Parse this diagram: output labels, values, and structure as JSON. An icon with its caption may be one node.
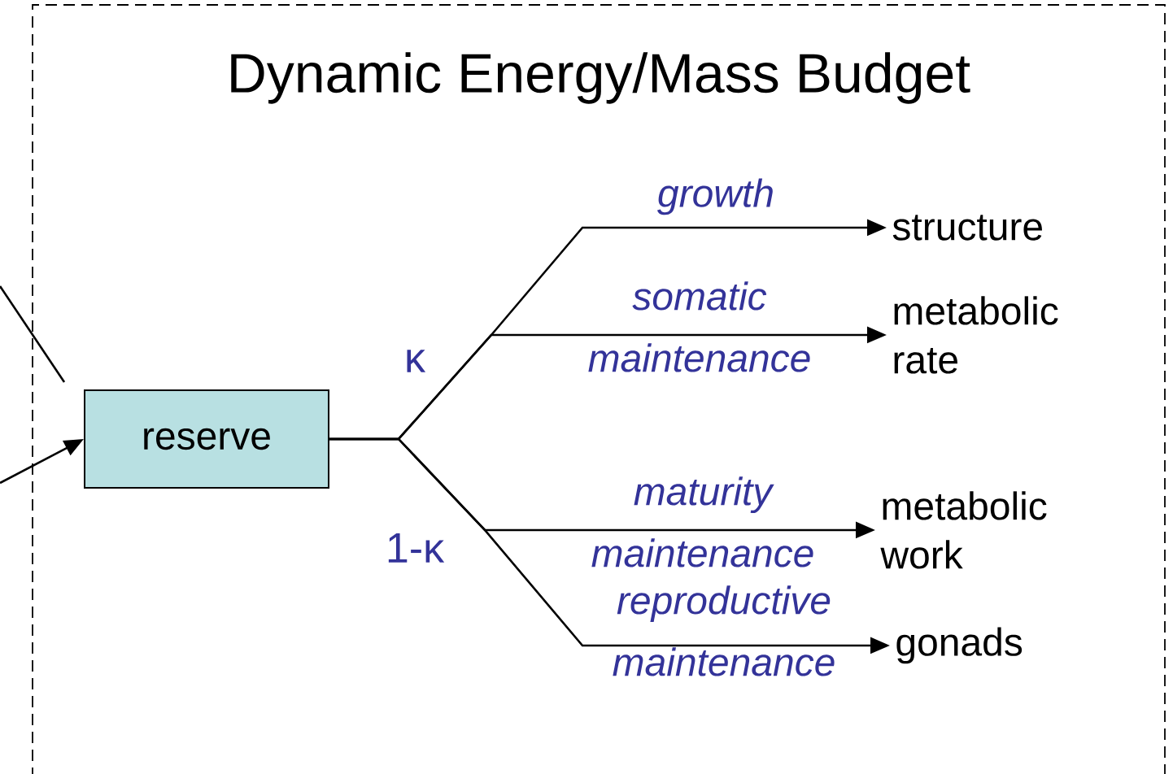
{
  "diagram": {
    "title": "Dynamic Energy/Mass Budget",
    "nodes": [
      {
        "text": [
          "reserve"
        ]
      },
      {
        "text": [
          "structure"
        ]
      },
      {
        "text": [
          "metabolic rate"
        ]
      },
      {
        "text": [
          "metabolic work"
        ]
      },
      {
        "text": [
          "gonads"
        ]
      }
    ],
    "edges": [
      {
        "from": 0,
        "to": 1,
        "arrow": "to",
        "label": "growth"
      },
      {
        "from": 0,
        "to": 2,
        "arrow": "to",
        "label": "somatic maintenance"
      },
      {
        "from": 0,
        "to": 3,
        "arrow": "to",
        "label": "maturity maintenance"
      },
      {
        "from": 0,
        "to": 4,
        "arrow": "to",
        "label": "reproductive maintenance"
      },
      {
        "from": null,
        "to": 0,
        "arrow": "none"
      },
      {
        "from": null,
        "to": 0,
        "arrow": "to"
      }
    ],
    "labels": [
      "κ",
      "1-κ"
    ]
  }
}
